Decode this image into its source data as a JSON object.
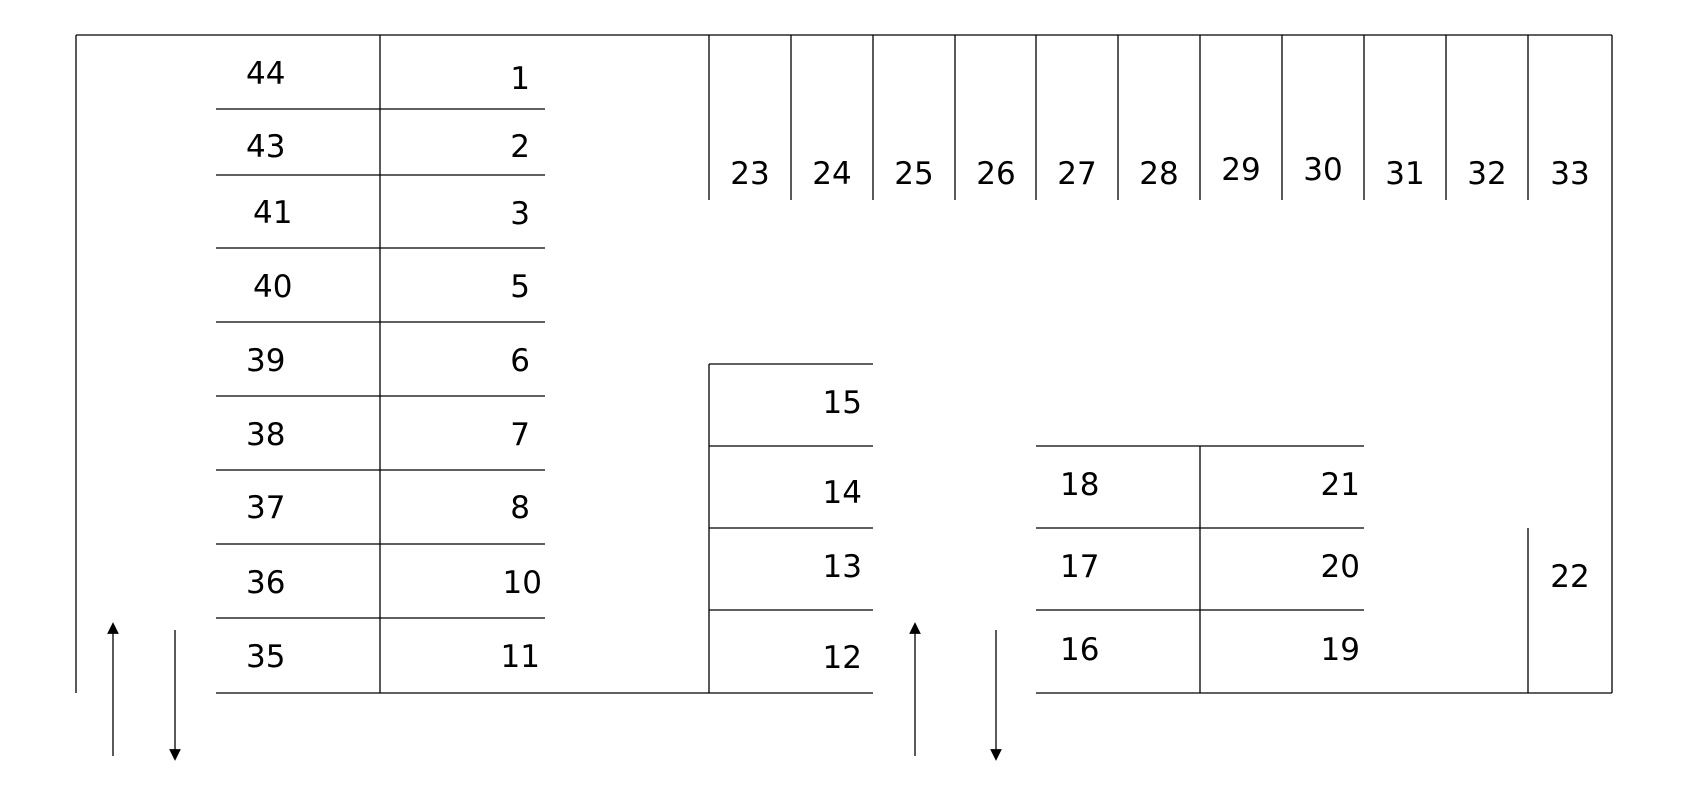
{
  "lot": {
    "left_double_row": {
      "outer": [
        "44",
        "43",
        "41",
        "40",
        "39",
        "38",
        "37",
        "36",
        "35"
      ],
      "inner": [
        "1",
        "2",
        "3",
        "5",
        "6",
        "7",
        "8",
        "10",
        "11"
      ]
    },
    "top_row": [
      "23",
      "24",
      "25",
      "26",
      "27",
      "28",
      "29",
      "30",
      "31",
      "32",
      "33"
    ],
    "center_column": [
      "15",
      "14",
      "13",
      "12"
    ],
    "right_block": {
      "left": [
        "18",
        "17",
        "16"
      ],
      "right": [
        "21",
        "20",
        "19"
      ]
    },
    "end_space": "22"
  },
  "entrances": [
    {
      "name": "left",
      "directions": [
        "in",
        "out"
      ]
    },
    {
      "name": "center",
      "directions": [
        "in",
        "out"
      ]
    }
  ]
}
